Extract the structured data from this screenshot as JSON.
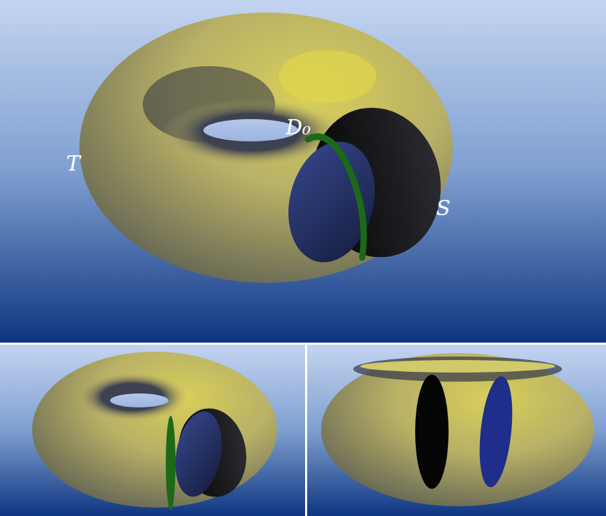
{
  "diagram": {
    "labels": [
      "T",
      "D₀",
      "S"
    ]
  }
}
